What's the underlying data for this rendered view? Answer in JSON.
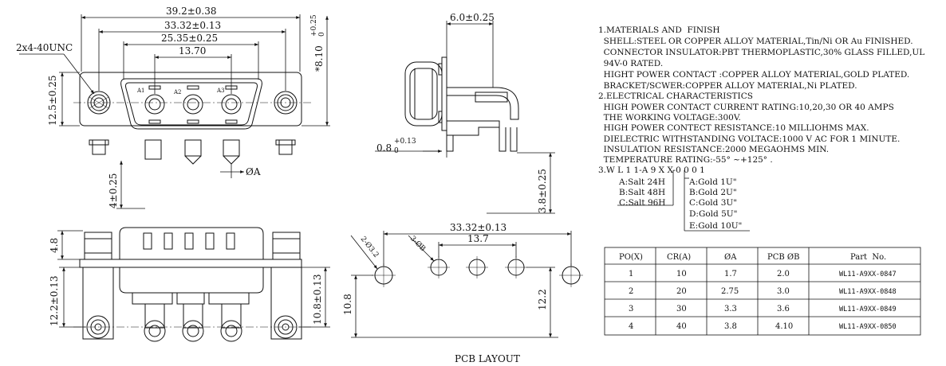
{
  "front_view": {
    "dim_overall": "39.2±0.38",
    "dim_mount": "33.32±0.13",
    "dim_contacts": "25.35±0.25",
    "dim_shell": "13.70",
    "dim_height": "12.5±0.25",
    "dim_depth": "*8.10",
    "dim_depth_tol_upper": "+0.25",
    "dim_depth_tol_lower": "0",
    "screw_label": "2x4-40UNC",
    "contact_labels": [
      "A1",
      "A2",
      "A3"
    ],
    "pin_dia_label": "ØA",
    "pin_length": "4±0.25"
  },
  "side_view": {
    "dim_width": "6.0±0.25",
    "dim_plate": "0.8",
    "dim_plate_tol_upper": "+0.13",
    "dim_plate_tol_lower": "0",
    "dim_tail": "3.8±0.25"
  },
  "bottom_view": {
    "dim_flange": "4.8",
    "dim_height": "12.2±0.13",
    "dim_pin": "10.8±0.13"
  },
  "pcb_layout": {
    "title": "PCB LAYOUT",
    "dim_span": "33.32±0.13",
    "dim_pitch": "13.7",
    "hole_label_small": "2-Ø3.2",
    "hole_label_large": "3-ØB",
    "dim_left": "10.8",
    "dim_right": "12.2"
  },
  "notes": {
    "lines": [
      "1.MATERIALS AND  FINISH",
      "  SHELL:STEEL OR COPPER ALLOY MATERIAL,Tin/Ni OR Au FINISHED.",
      "  CONNECTOR INSULATOR:PBT THERMOPLASTIC,30% GLASS FILLED,UL",
      "  94V-0 RATED.",
      "  HIGHT POWER CONTACT :COPPER ALLOY MATERIAL,GOLD PLATED.",
      "  BRACKET/SCWER:COPPER ALLOY MATERIAL,Ni PLATED.",
      "2.ELECTRICAL CHARACTERISTICS",
      "  HIGH POWER CONTACT CURRENT RATING:10,20,30 OR 40 AMPS",
      "  THE WORKING VOLTAGE:300V.",
      "  HIGH POWER CONTECT RESISTANCE:10 MILLIOHMS MAX.",
      "  DIELECTRIC WITHSTANDING VOLTACE:1000 V AC FOR 1 MINUTE.",
      "  INSULATION RESISTANCE:2000 MEGAOHMS MIN.",
      "  TEMPERATURE RATING:-55° ~+125° ."
    ],
    "part_code": "3.W L 1 1-A 9 X X-0 0 0 1",
    "salt_options": [
      "A:Salt 24H",
      "B:Salt 48H",
      "C:Salt 96H"
    ],
    "gold_options": [
      "A:Gold 1U\"",
      "B:Gold 2U\"",
      "C:Gold 3U\"",
      "D:Gold 5U\"",
      "E:Gold 10U\""
    ]
  },
  "table": {
    "headers": [
      "PO(X)",
      "CR(A)",
      "ØA",
      "PCB ØB",
      "Part  No."
    ],
    "rows": [
      [
        "1",
        "10",
        "1.7",
        "2.0",
        "WL11-A9XX-0847"
      ],
      [
        "2",
        "20",
        "2.75",
        "3.0",
        "WL11-A9XX-0848"
      ],
      [
        "3",
        "30",
        "3.3",
        "3.6",
        "WL11-A9XX-0849"
      ],
      [
        "4",
        "40",
        "3.8",
        "4.10",
        "WL11-A9XX-0850"
      ]
    ]
  }
}
